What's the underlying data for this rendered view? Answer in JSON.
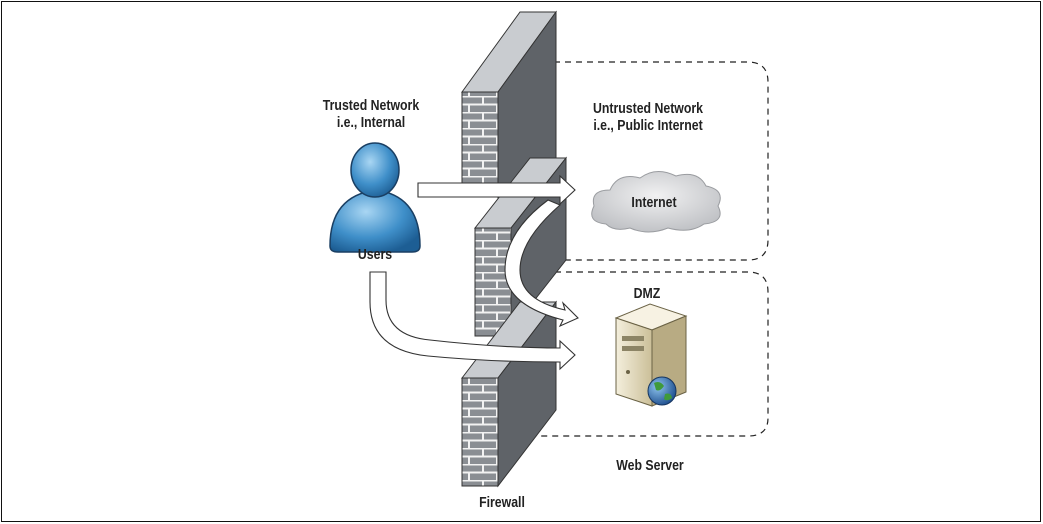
{
  "labels": {
    "trusted_line1": "Trusted Network",
    "trusted_line2": "i.e., Internal",
    "users": "Users",
    "untrusted_line1": "Untrusted Network",
    "untrusted_line2": "i.e., Public Internet",
    "internet": "Internet",
    "dmz": "DMZ",
    "web_server": "Web Server",
    "firewall": "Firewall"
  },
  "colors": {
    "wall_face": "#8a8e93",
    "wall_top": "#c9ccd0",
    "wall_side": "#5f6368",
    "mortar": "#f2f2f2",
    "user_blue": "#3f8fc9",
    "cloud": "#d9dadc",
    "server_body": "#e9e1c8",
    "globe": "#2f6fb0"
  },
  "icons": [
    "user-icon",
    "cloud-icon",
    "server-icon",
    "globe-icon",
    "firewall-wall-icon",
    "arrow-icon"
  ]
}
